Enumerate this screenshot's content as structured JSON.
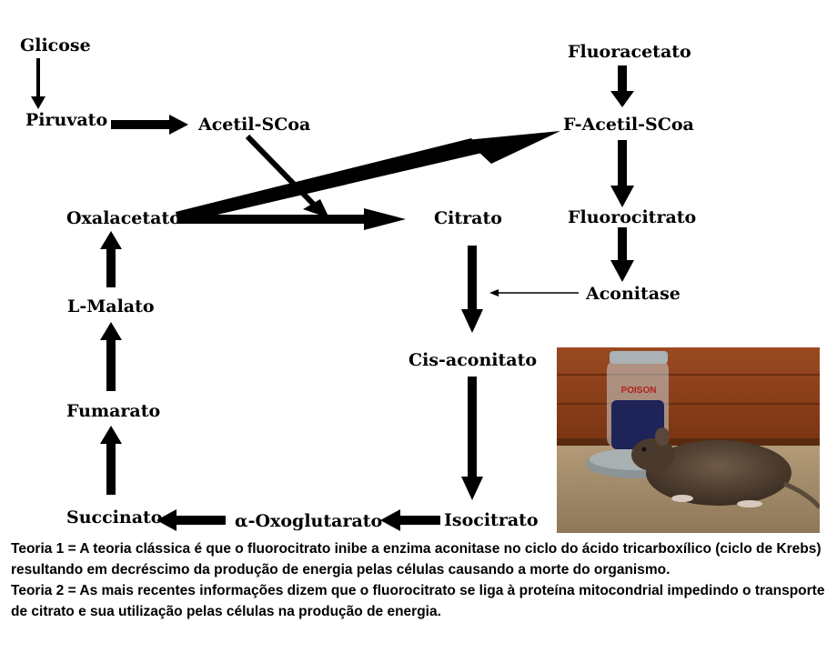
{
  "nodes": {
    "glicose": "Glicose",
    "piruvato": "Piruvato",
    "acetil_scoa": "Acetil-SCoa",
    "fluoracetato": "Fluoracetato",
    "f_acetil_scoa": "F-Acetil-SCoa",
    "oxalacetato": "Oxalacetato",
    "citrato": "Citrato",
    "fluorocitrato": "Fluorocitrato",
    "aconitase": "Aconitase",
    "l_malato": "L-Malato",
    "cis_aconitato": "Cis-aconitato",
    "fumarato": "Fumarato",
    "succinato": "Succinato",
    "oxoglutarato": "α-Oxoglutarato",
    "isocitrato": "Isocitrato"
  },
  "photo": {
    "jar_label": "POISON"
  },
  "caption": {
    "teoria1": "Teoria 1 = A teoria clássica é que o fluorocitrato inibe a enzima aconitase no ciclo do ácido tricarboxílico (ciclo de Krebs) resultando em decréscimo da produção de energia pelas células causando a morte do organismo.",
    "teoria2": "Teoria 2 = As mais recentes informações dizem que o fluorocitrato se liga à proteína mitocondrial impedindo o transporte de citrato e sua utilização pelas células na produção de energia."
  }
}
